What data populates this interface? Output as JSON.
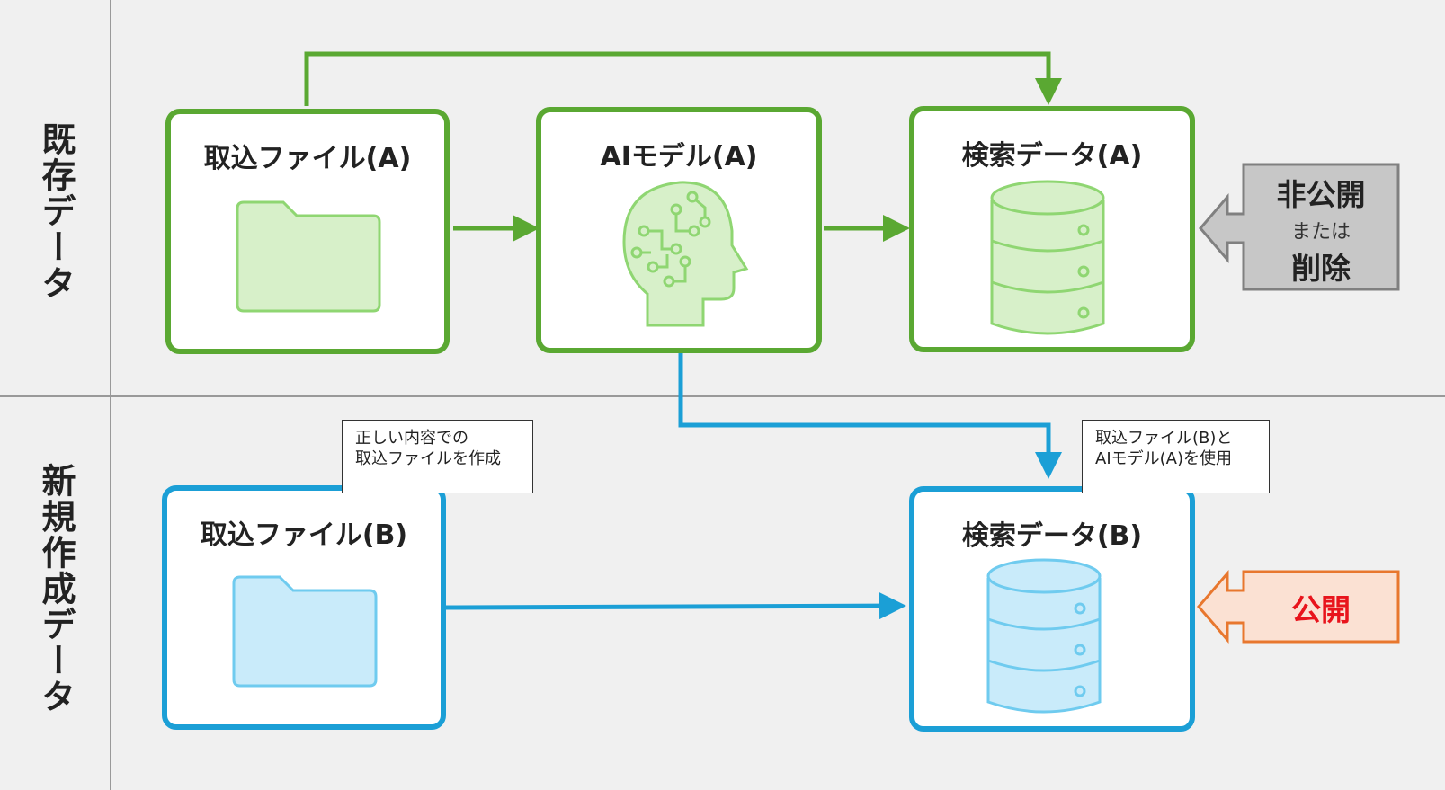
{
  "rows": {
    "existing": "既存データ",
    "new": "新規作成データ"
  },
  "boxes": {
    "import_a": "取込ファイル(A)",
    "ai_model_a": "AIモデル(A)",
    "search_a": "検索データ(A)",
    "import_b": "取込ファイル(B)",
    "search_b": "検索データ(B)"
  },
  "notes": {
    "import_b_note": "正しい内容での\n取込ファイルを作成",
    "search_b_note": "取込ファイル(B)と\nAIモデル(A)を使用"
  },
  "status_a": {
    "line1": "非公開",
    "line2": "または",
    "line3": "削除"
  },
  "status_b": {
    "label": "公開"
  },
  "colors": {
    "green": "#5aa832",
    "blue": "#1b9fd6",
    "green_fill": "#d7f0c9",
    "blue_fill": "#c9ebfa",
    "gray_fill": "#c7c7c7",
    "orange_border": "#e8772e",
    "orange_fill": "#fbe1d3",
    "red_text": "#e8141c"
  },
  "icons": {
    "import_a": "folder-icon",
    "ai_model_a": "ai-head-icon",
    "search_a": "database-icon",
    "import_b": "folder-icon",
    "search_b": "database-icon"
  }
}
